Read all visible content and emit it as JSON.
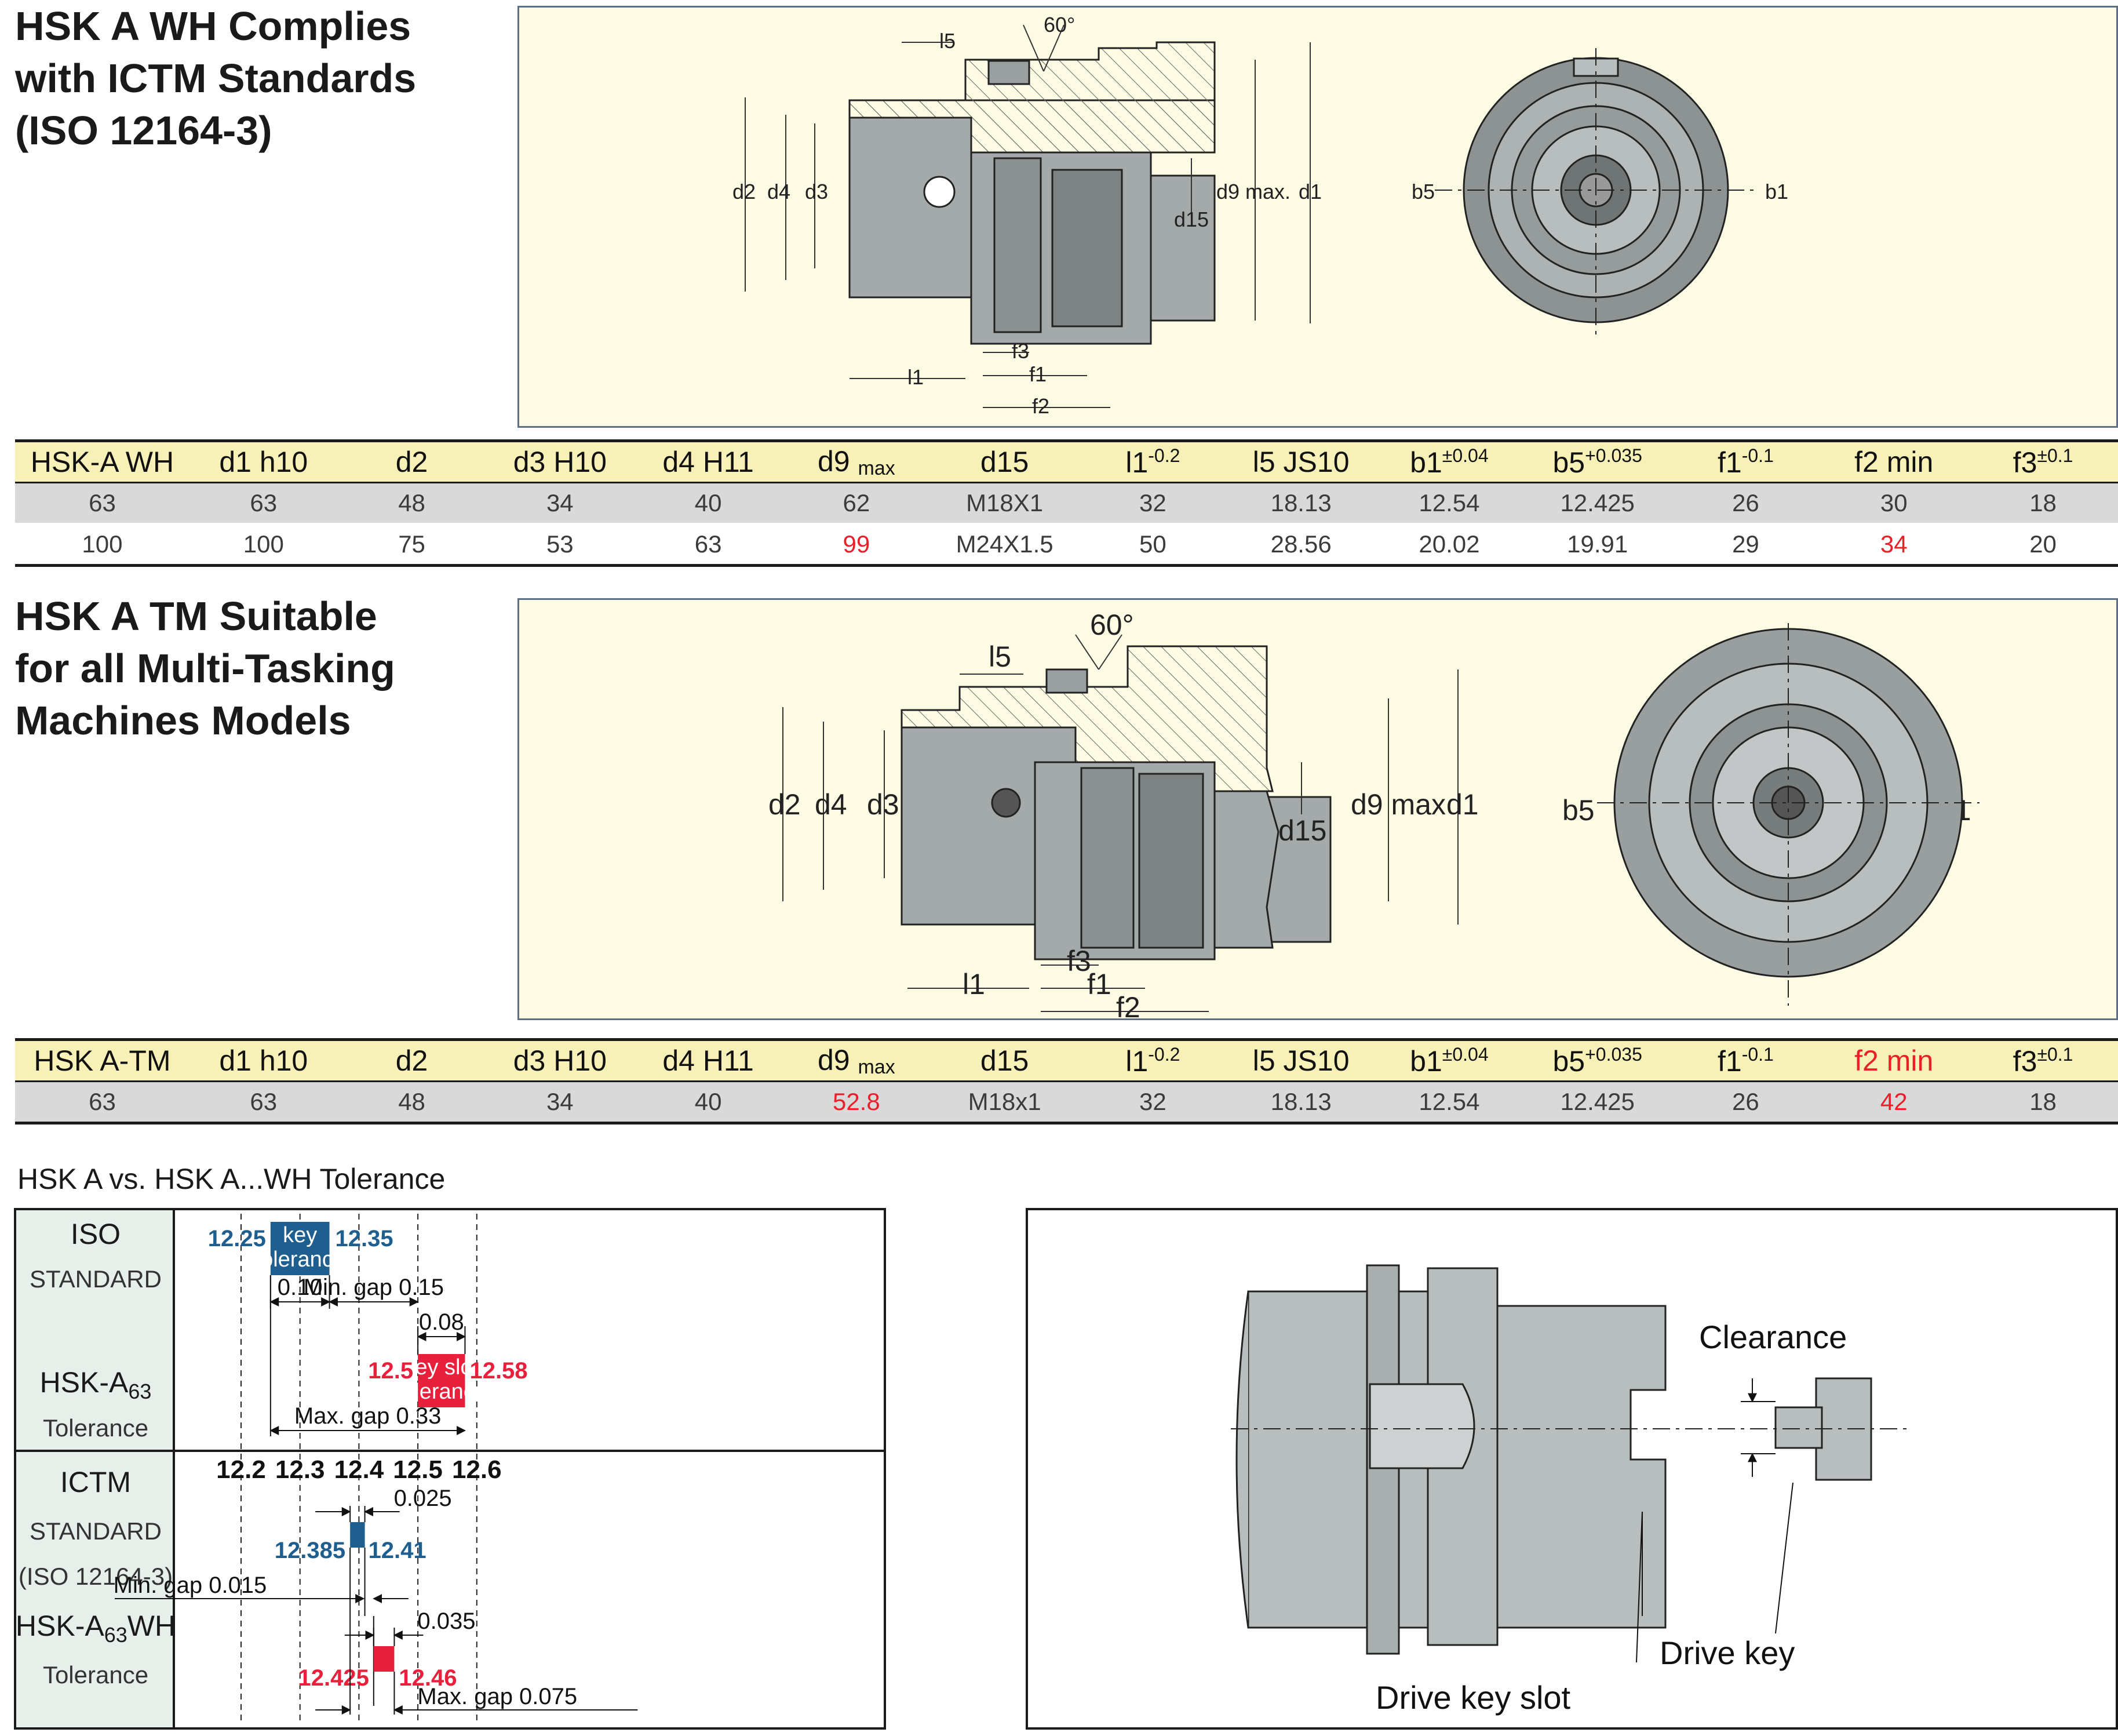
{
  "section1": {
    "title_lines": [
      "HSK A WH Complies",
      "with ICTM Standards",
      "(ISO 12164-3)"
    ],
    "drawing_labels": {
      "angle": "60°",
      "l5": "l5",
      "d2": "d2",
      "d4": "d4",
      "d3": "d3",
      "d9": "d9 max.",
      "d1": "d1",
      "d15": "d15",
      "f3": "f3",
      "f1": "f1",
      "l1": "l1",
      "f2": "f2",
      "b5": "b5",
      "b1": "b1"
    }
  },
  "table1": {
    "headers": [
      {
        "main": "HSK-A WH",
        "sub": "",
        "sup": ""
      },
      {
        "main": "d1 h10",
        "sub": "",
        "sup": ""
      },
      {
        "main": "d2",
        "sub": "",
        "sup": ""
      },
      {
        "main": "d3 H10",
        "sub": "",
        "sup": ""
      },
      {
        "main": "d4 H11",
        "sub": "",
        "sup": ""
      },
      {
        "main": "d9",
        "sub": "max",
        "sup": ""
      },
      {
        "main": "d15",
        "sub": "",
        "sup": ""
      },
      {
        "main": "l1",
        "sub": "",
        "sup": "-0.2"
      },
      {
        "main": "l5 JS10",
        "sub": "",
        "sup": ""
      },
      {
        "main": "b1",
        "sub": "",
        "sup": "±0.04"
      },
      {
        "main": "b5",
        "sub": "",
        "sup": "+0.035"
      },
      {
        "main": "f1",
        "sub": "",
        "sup": "-0.1"
      },
      {
        "main": "f2 min",
        "sub": "",
        "sup": ""
      },
      {
        "main": "f3",
        "sub": "",
        "sup": "±0.1"
      }
    ],
    "rows": [
      [
        "63",
        "63",
        "48",
        "34",
        "40",
        "62",
        "M18X1",
        "32",
        "18.13",
        "12.54",
        "12.425",
        "26",
        "30",
        "18"
      ],
      [
        "100",
        "100",
        "75",
        "53",
        "63",
        "99",
        "M24X1.5",
        "50",
        "28.56",
        "20.02",
        "19.91",
        "29",
        "34",
        "20"
      ]
    ],
    "highlight_color": "#e8202a"
  },
  "section2": {
    "title_lines": [
      "HSK A TM Suitable",
      "for all Multi-Tasking",
      "Machines Models"
    ],
    "drawing_labels": {
      "angle": "60°",
      "l5": "l5",
      "d2": "d2",
      "d4": "d4",
      "d3": "d3",
      "d9": "d9 max",
      "d1": "d1",
      "d15": "d15",
      "f3": "f3",
      "f1": "f1",
      "l1": "l1",
      "f2": "f2",
      "b5": "b5",
      "b1": "b1"
    }
  },
  "table2": {
    "headers": [
      {
        "main": "HSK A-TM",
        "sub": "",
        "sup": ""
      },
      {
        "main": "d1 h10",
        "sub": "",
        "sup": ""
      },
      {
        "main": "d2",
        "sub": "",
        "sup": ""
      },
      {
        "main": "d3 H10",
        "sub": "",
        "sup": ""
      },
      {
        "main": "d4 H11",
        "sub": "",
        "sup": ""
      },
      {
        "main": "d9",
        "sub": "max",
        "sup": ""
      },
      {
        "main": "d15",
        "sub": "",
        "sup": ""
      },
      {
        "main": "l1",
        "sub": "",
        "sup": "-0.2"
      },
      {
        "main": "l5 JS10",
        "sub": "",
        "sup": ""
      },
      {
        "main": "b1",
        "sub": "",
        "sup": "±0.04"
      },
      {
        "main": "b5",
        "sub": "",
        "sup": "+0.035"
      },
      {
        "main": "f1",
        "sub": "",
        "sup": "-0.1"
      },
      {
        "main": "f2 min",
        "sub": "",
        "sup": ""
      },
      {
        "main": "f3",
        "sub": "",
        "sup": "±0.1"
      }
    ],
    "rows": [
      [
        "63",
        "63",
        "48",
        "34",
        "40",
        "52.8",
        "M18x1",
        "32",
        "18.13",
        "12.54",
        "12.425",
        "26",
        "42",
        "18"
      ]
    ]
  },
  "tolerance": {
    "title": "HSK A vs. HSK A...WH Tolerance",
    "axis_ticks": [
      "12.2",
      "12.3",
      "12.4",
      "12.5",
      "12.6"
    ],
    "axis_values": [
      12.2,
      12.3,
      12.4,
      12.5,
      12.6
    ],
    "rows": {
      "iso_label": "ISO",
      "iso_sub": "STANDARD",
      "a63_label_main": "HSK-A",
      "a63_label_sub": "63",
      "a63_tol": "Tolerance",
      "ictm_label": "ICTM",
      "ictm_sub": "STANDARD",
      "ictm_iso": "(ISO 12164-3)",
      "wh_label_main": "HSK-A",
      "wh_label_sub": "63",
      "wh_label_end": "WH",
      "wh_tol": "Tolerance"
    },
    "iso": {
      "key": {
        "from": 12.25,
        "to": 12.35,
        "from_label": "12.25",
        "to_label": "12.35",
        "label_lines": [
          "key",
          "tolerance"
        ]
      },
      "slot": {
        "from": 12.5,
        "to": 12.58,
        "from_label": "12.5",
        "to_label": "12.58",
        "label_lines": [
          "key slot",
          "tolerance"
        ]
      },
      "dims": {
        "d1": "0.10",
        "gap": "Min. gap 0.15",
        "slot_w": "0.08",
        "max_gap": "Max. gap 0.33"
      }
    },
    "ictm": {
      "key": {
        "from": 12.385,
        "to": 12.41,
        "from_label": "12.385",
        "to_label": "12.41"
      },
      "slot": {
        "from": 12.425,
        "to": 12.46,
        "from_label": "12.425",
        "to_label": "12.46"
      },
      "dims": {
        "key_w": "0.025",
        "gap": "Min. gap 0.015",
        "slot_w": "0.035",
        "max_gap": "Max. gap 0.075"
      }
    },
    "colors": {
      "blue": "#1f5f8f",
      "red": "#e8203c"
    }
  },
  "keydiagram": {
    "clearance": "Clearance",
    "drive_key": "Drive key",
    "drive_key_slot": "Drive key slot"
  }
}
